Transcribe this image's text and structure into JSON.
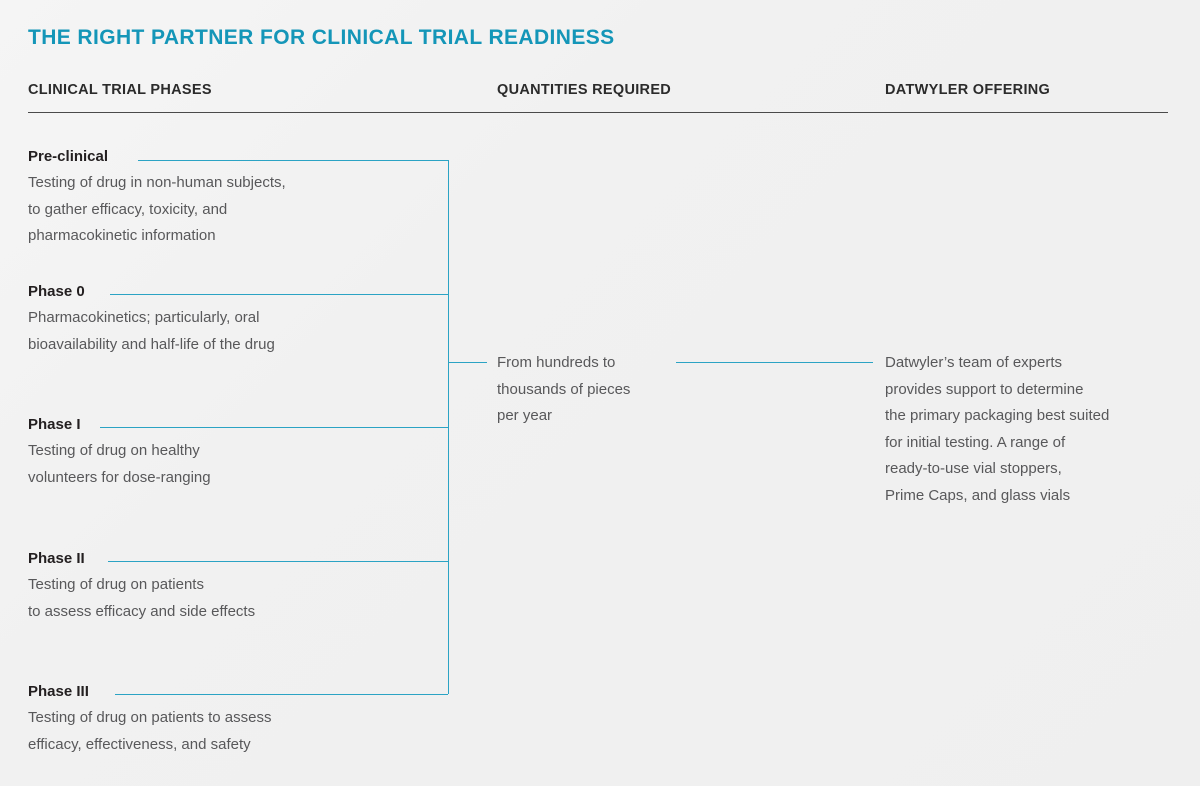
{
  "page": {
    "title": "THE RIGHT PARTNER FOR CLINICAL TRIAL READINESS",
    "background_color": "#f1f1f1",
    "accent_color": "#1496b8",
    "line_color": "#2ba3c4",
    "body_text_color": "#58585a",
    "heading_text_color": "#231f20"
  },
  "columns": {
    "phases_header": "CLINICAL TRIAL PHASES",
    "quantities_header": "QUANTITIES REQUIRED",
    "offering_header": "DATWYLER OFFERING"
  },
  "phases": [
    {
      "label": "Pre-clinical",
      "lines": [
        "Testing of drug in non-human subjects,",
        "to gather efficacy, toxicity, and",
        "pharmacokinetic information"
      ]
    },
    {
      "label": "Phase 0",
      "lines": [
        "Pharmacokinetics; particularly, oral",
        "bioavailability and half-life of the drug"
      ]
    },
    {
      "label": "Phase I",
      "lines": [
        "Testing of drug on healthy",
        "volunteers for dose-ranging"
      ]
    },
    {
      "label": "Phase II",
      "lines": [
        "Testing of drug on patients",
        "to assess efficacy and side effects"
      ]
    },
    {
      "label": "Phase III",
      "lines": [
        "Testing of drug on patients to assess",
        "efficacy, effectiveness, and safety"
      ]
    }
  ],
  "quantities": {
    "lines": [
      "From hundreds to",
      "thousands of pieces",
      "per year"
    ]
  },
  "offering": {
    "lines": [
      "Datwyler’s team of experts",
      "provides support to determine",
      "the primary packaging best suited",
      "for initial testing. A range of",
      "ready-to-use vial stoppers,",
      "Prime Caps, and glass vials"
    ]
  }
}
